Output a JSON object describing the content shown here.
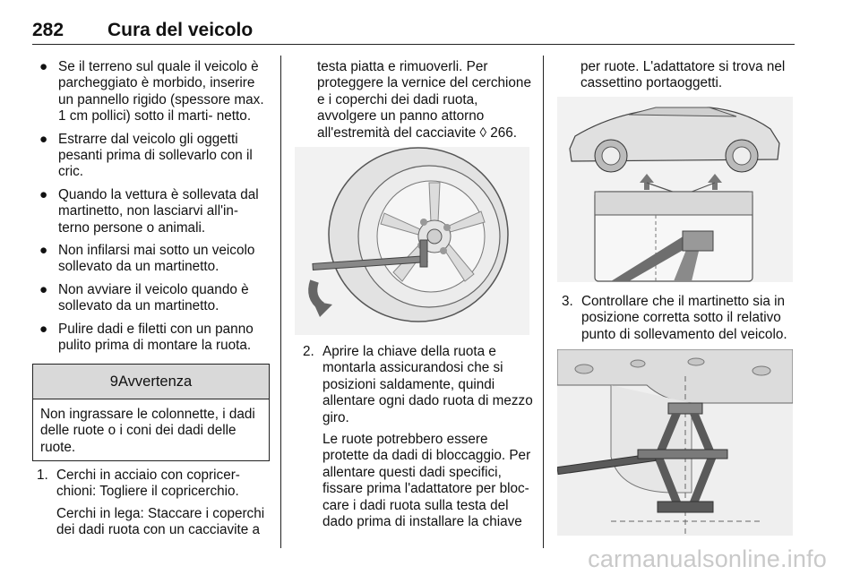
{
  "header": {
    "page_number": "282",
    "section": "Cura del veicolo"
  },
  "col1": {
    "bullets": [
      "Se il terreno sul quale il veicolo è parcheggiato è morbido, inserire un pannello rigido (spessore max. 1 cm pollici) sotto il marti- netto.",
      "Estrarre dal veicolo gli oggetti pesanti prima di sollevarlo con il cric.",
      "Quando la vettura è sollevata dal martinetto, non lasciarvi all'in- terno persone o animali.",
      "Non infilarsi mai sotto un veicolo sollevato da un martinetto.",
      "Non avviare il veicolo quando è sollevato da un martinetto.",
      "Pulire dadi e filetti con un panno pulito prima di montare la ruota."
    ],
    "bullet_symbol": "●",
    "warning": {
      "title": "Avvertenza",
      "symbol": "9",
      "text": "Non ingrassare le colonnette, i dadi delle ruote o i coni dei dadi delle ruote."
    },
    "step1": {
      "number": "1.",
      "text": "Cerchi in acciaio con copricer- chioni: Togliere il copricerchio.",
      "para": "Cerchi in lega: Staccare i coperchi dei dadi ruota con un cacciavite a"
    }
  },
  "col2": {
    "continuation": "testa piatta e rimuoverli. Per proteggere la vernice del cerchione e i coperchi dei dadi ruota, avvolgere un panno attorno all'estremità del cacciavite",
    "ref_symbol": "◊",
    "ref_page": "266.",
    "step2": {
      "number": "2.",
      "text": "Aprire la chiave della ruota e montarla assicurandosi che si posizioni saldamente, quindi allentare ogni dado ruota di mezzo giro.",
      "para": "Le ruote potrebbero essere protette da dadi di bloccaggio. Per allentare questi dadi specifici, fissare prima l'adattatore per bloc- care i dadi ruota sulla testa del dado prima di installare la chiave"
    }
  },
  "col3": {
    "continuation": "per ruote. L'adattatore si trova nel cassettino portaoggetti.",
    "step3": {
      "number": "3.",
      "text": "Controllare che il martinetto sia in posizione corretta sotto il relativo punto di sollevamento del veicolo."
    }
  },
  "watermark": "carmanualsonline.info"
}
